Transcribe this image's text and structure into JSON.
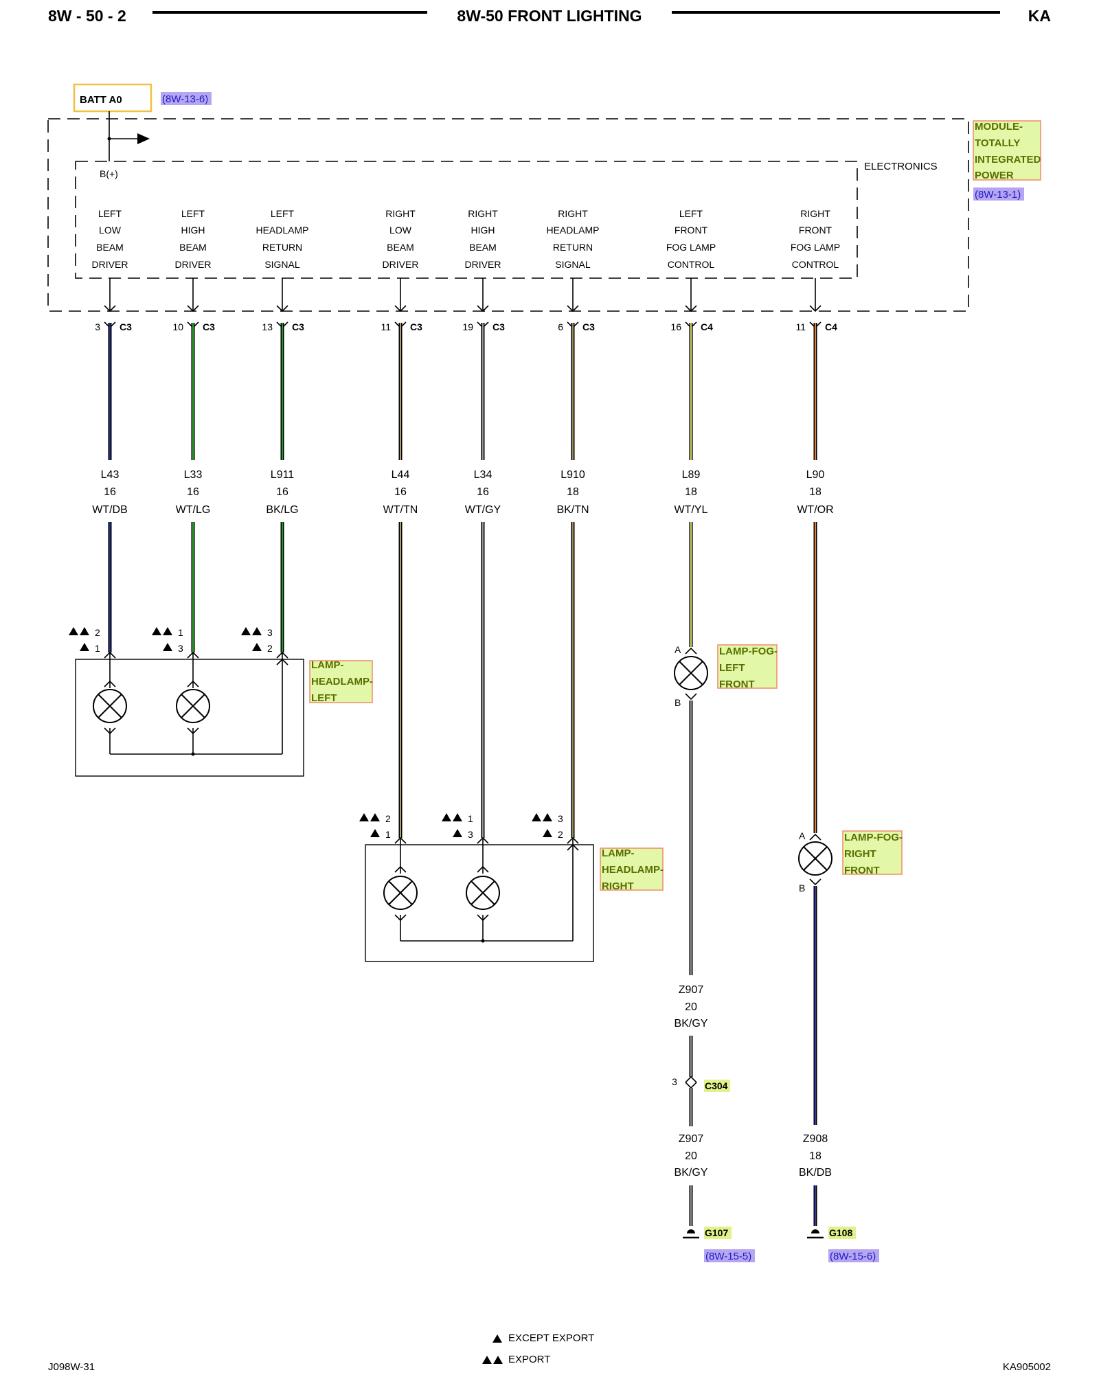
{
  "header": {
    "page_code": "8W - 50 - 2",
    "title": "8W-50 FRONT LIGHTING",
    "model": "KA"
  },
  "footer": {
    "left_code": "J098W-31",
    "right_code": "KA905002"
  },
  "legend": {
    "single_triangle": "EXCEPT EXPORT",
    "double_triangle": "EXPORT"
  },
  "batt": {
    "label": "BATT A0",
    "ref": "(8W-13-6)"
  },
  "module": {
    "name_lines": [
      "MODULE-",
      "TOTALLY",
      "INTEGRATED",
      "POWER"
    ],
    "ref": "(8W-13-1)",
    "sub_label": "ELECTRONICS",
    "bplus": "B(+)"
  },
  "circuits": [
    {
      "function_lines": [
        "LEFT",
        "LOW",
        "BEAM",
        "DRIVER"
      ],
      "cavity": "3",
      "connector": "C3",
      "wire": "L43",
      "gauge": "16",
      "color_code": "WT/DB",
      "stripe": "#1f2f8a"
    },
    {
      "function_lines": [
        "LEFT",
        "HIGH",
        "BEAM",
        "DRIVER"
      ],
      "cavity": "10",
      "connector": "C3",
      "wire": "L33",
      "gauge": "16",
      "color_code": "WT/LG",
      "stripe": "#33b033"
    },
    {
      "function_lines": [
        "LEFT",
        "HEADLAMP",
        "RETURN",
        "SIGNAL"
      ],
      "cavity": "13",
      "connector": "C3",
      "wire": "L911",
      "gauge": "16",
      "color_code": "BK/LG",
      "stripe": "#1e9a1e"
    },
    {
      "function_lines": [
        "RIGHT",
        "LOW",
        "BEAM",
        "DRIVER"
      ],
      "cavity": "11",
      "connector": "C3",
      "wire": "L44",
      "gauge": "16",
      "color_code": "WT/TN",
      "stripe": "#b59a6a"
    },
    {
      "function_lines": [
        "RIGHT",
        "HIGH",
        "BEAM",
        "DRIVER"
      ],
      "cavity": "19",
      "connector": "C3",
      "wire": "L34",
      "gauge": "16",
      "color_code": "WT/GY",
      "stripe": "#9a9a9a"
    },
    {
      "function_lines": [
        "RIGHT",
        "HEADLAMP",
        "RETURN",
        "SIGNAL"
      ],
      "cavity": "6",
      "connector": "C3",
      "wire": "L910",
      "gauge": "18",
      "color_code": "BK/TN",
      "stripe": "#a08a5a"
    },
    {
      "function_lines": [
        "LEFT",
        "FRONT",
        "FOG LAMP",
        "CONTROL"
      ],
      "cavity": "16",
      "connector": "C4",
      "wire": "L89",
      "gauge": "18",
      "color_code": "WT/YL",
      "stripe": "#e0e060"
    },
    {
      "function_lines": [
        "RIGHT",
        "FRONT",
        "FOG LAMP",
        "CONTROL"
      ],
      "cavity": "11",
      "connector": "C4",
      "wire": "L90",
      "gauge": "18",
      "color_code": "WT/OR",
      "stripe": "#e0803a"
    }
  ],
  "headlamp_left": {
    "name_lines": [
      "LAMP-",
      "HEADLAMP-",
      "LEFT"
    ],
    "pins": [
      {
        "export": "2",
        "domestic": "1"
      },
      {
        "export": "1",
        "domestic": "3"
      },
      {
        "export": "3",
        "domestic": "2"
      }
    ]
  },
  "headlamp_right": {
    "name_lines": [
      "LAMP-",
      "HEADLAMP-",
      "RIGHT"
    ],
    "pins": [
      {
        "export": "2",
        "domestic": "1"
      },
      {
        "export": "1",
        "domestic": "3"
      },
      {
        "export": "3",
        "domestic": "2"
      }
    ]
  },
  "fog_left": {
    "name_lines": [
      "LAMP-FOG-",
      "LEFT",
      "FRONT"
    ],
    "pin_a": "A",
    "pin_b": "B"
  },
  "fog_right": {
    "name_lines": [
      "LAMP-FOG-",
      "RIGHT",
      "FRONT"
    ],
    "pin_a": "A",
    "pin_b": "B"
  },
  "ground_left": {
    "wire_upper": {
      "wire": "Z907",
      "gauge": "20",
      "color_code": "BK/GY"
    },
    "inline_connector": {
      "cavity": "3",
      "name": "C304"
    },
    "wire_lower": {
      "wire": "Z907",
      "gauge": "20",
      "color_code": "BK/GY"
    },
    "ground": "G107",
    "ref": "(8W-15-5)"
  },
  "ground_right": {
    "wire": {
      "wire": "Z908",
      "gauge": "18",
      "color_code": "BK/DB"
    },
    "ground": "G108",
    "ref": "(8W-15-6)"
  }
}
